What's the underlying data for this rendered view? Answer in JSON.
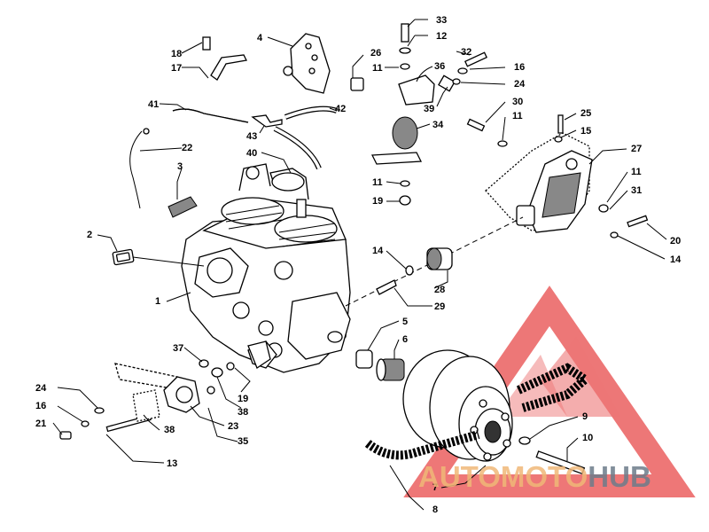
{
  "callouts": [
    {
      "id": "33",
      "text": "33"
    },
    {
      "id": "12",
      "text": "12"
    },
    {
      "id": "4",
      "text": "4"
    },
    {
      "id": "32",
      "text": "32"
    },
    {
      "id": "36",
      "text": "36"
    },
    {
      "id": "18",
      "text": "18"
    },
    {
      "id": "17",
      "text": "17"
    },
    {
      "id": "26",
      "text": "26"
    },
    {
      "id": "11a",
      "text": "11"
    },
    {
      "id": "16a",
      "text": "16"
    },
    {
      "id": "24a",
      "text": "24"
    },
    {
      "id": "41",
      "text": "41"
    },
    {
      "id": "42",
      "text": "42"
    },
    {
      "id": "39",
      "text": "39"
    },
    {
      "id": "30",
      "text": "30"
    },
    {
      "id": "11b",
      "text": "11"
    },
    {
      "id": "25",
      "text": "25"
    },
    {
      "id": "34",
      "text": "34"
    },
    {
      "id": "15",
      "text": "15"
    },
    {
      "id": "43",
      "text": "43"
    },
    {
      "id": "22",
      "text": "22"
    },
    {
      "id": "27",
      "text": "27"
    },
    {
      "id": "40",
      "text": "40"
    },
    {
      "id": "3",
      "text": "3"
    },
    {
      "id": "11c",
      "text": "11"
    },
    {
      "id": "11d",
      "text": "11"
    },
    {
      "id": "31",
      "text": "31"
    },
    {
      "id": "19a",
      "text": "19"
    },
    {
      "id": "2",
      "text": "2"
    },
    {
      "id": "20",
      "text": "20"
    },
    {
      "id": "14a",
      "text": "14"
    },
    {
      "id": "14b",
      "text": "14"
    },
    {
      "id": "1",
      "text": "1"
    },
    {
      "id": "28",
      "text": "28"
    },
    {
      "id": "29",
      "text": "29"
    },
    {
      "id": "5",
      "text": "5"
    },
    {
      "id": "6",
      "text": "6"
    },
    {
      "id": "37",
      "text": "37"
    },
    {
      "id": "19b",
      "text": "19"
    },
    {
      "id": "38a",
      "text": "38"
    },
    {
      "id": "24b",
      "text": "24"
    },
    {
      "id": "16b",
      "text": "16"
    },
    {
      "id": "23",
      "text": "23"
    },
    {
      "id": "38b",
      "text": "38"
    },
    {
      "id": "21",
      "text": "21"
    },
    {
      "id": "35",
      "text": "35"
    },
    {
      "id": "9",
      "text": "9"
    },
    {
      "id": "10",
      "text": "10"
    },
    {
      "id": "13",
      "text": "13"
    },
    {
      "id": "7",
      "text": "7"
    },
    {
      "id": "8",
      "text": "8"
    }
  ],
  "watermark": {
    "part1": "AUTOMOTO",
    "part2": "HUB",
    "logo_color": "#e84a4a",
    "text_color_1": "#f0b878",
    "text_color_2": "#6d7c8a"
  }
}
